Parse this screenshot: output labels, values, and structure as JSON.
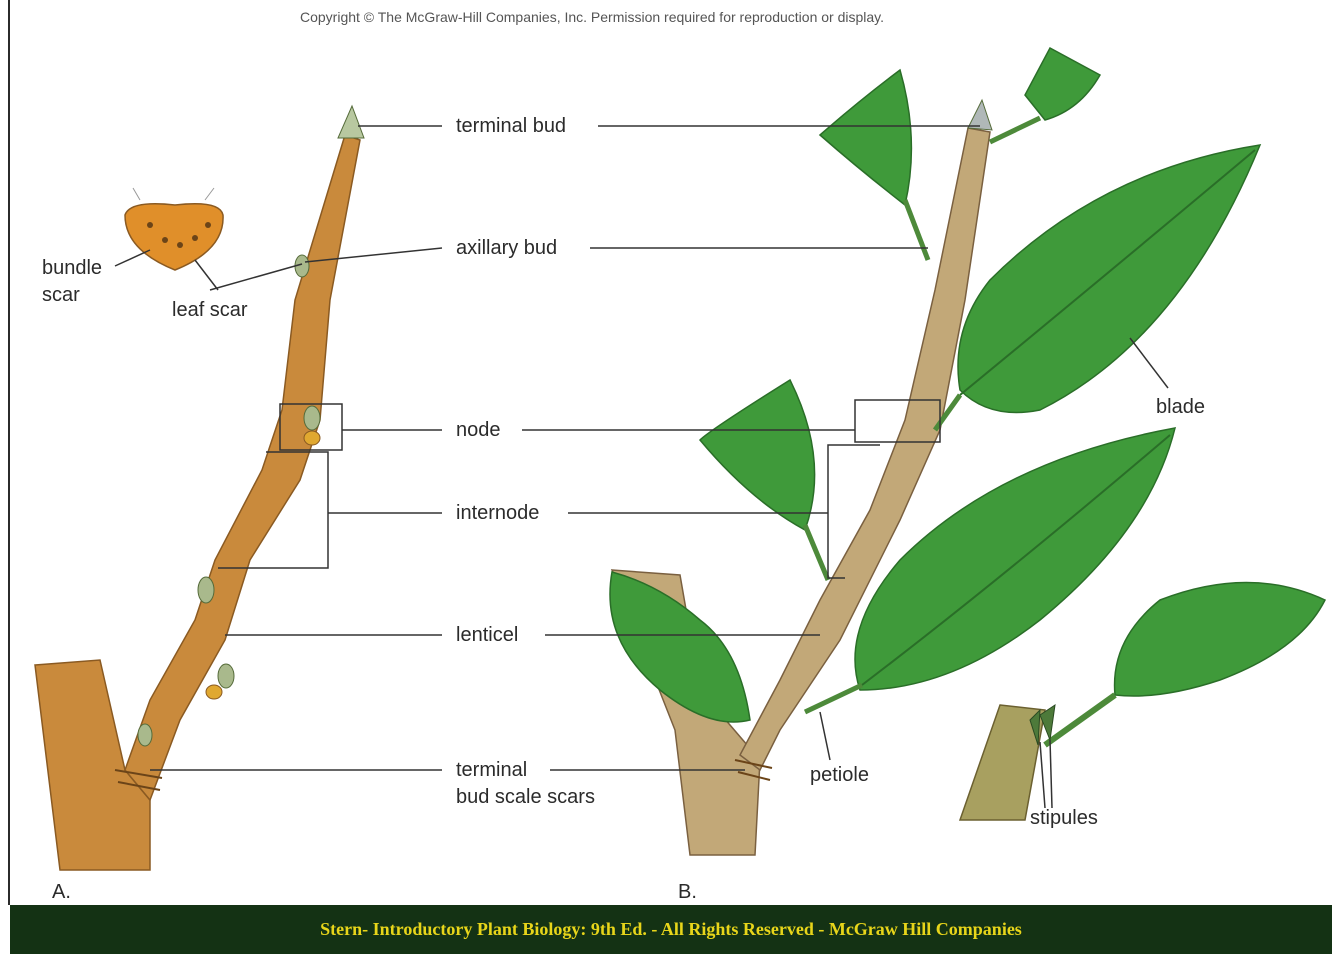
{
  "copyright": "Copyright © The McGraw-Hill Companies, Inc. Permission required for reproduction or display.",
  "labels": {
    "terminal_bud": "terminal bud",
    "axillary_bud": "axillary bud",
    "node": "node",
    "internode": "internode",
    "lenticel": "lenticel",
    "terminal_bud_scale_scars_1": "terminal",
    "terminal_bud_scale_scars_2": "bud scale scars",
    "bundle_scar_1": "bundle",
    "bundle_scar_2": "scar",
    "leaf_scar": "leaf scar",
    "blade": "blade",
    "petiole": "petiole",
    "stipules": "stipules"
  },
  "panels": {
    "a": "A.",
    "b": "B."
  },
  "footer": "Stern- Introductory Plant Biology: 9th Ed. - All Rights Reserved - McGraw Hill Companies",
  "colors": {
    "stem": "#c98a3c",
    "stem_dark": "#8a5a22",
    "leaf": "#3f9a3a",
    "leaf_dark": "#2a6e28",
    "footer_bg": "#143214",
    "footer_text": "#e8d51a"
  }
}
